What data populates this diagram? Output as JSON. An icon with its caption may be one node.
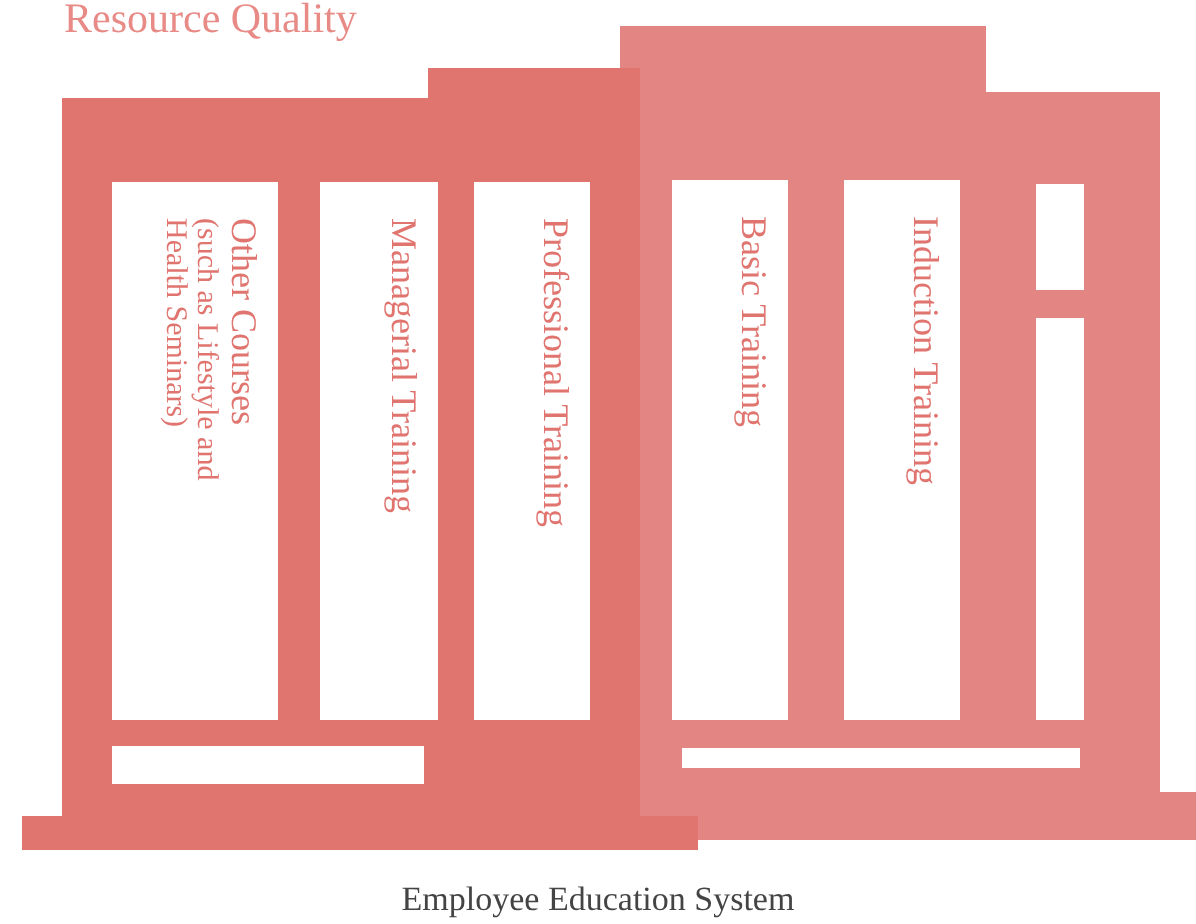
{
  "diagram": {
    "title": "Resource Quality",
    "caption": "Employee Education System",
    "nodes": [
      {
        "text": [],
        "shape": "box"
      },
      {
        "text": [
          "Other Courses",
          "(such as Lifestyle and Health Seminars)"
        ],
        "in": 0
      },
      {
        "text": [
          "Managerial Training"
        ],
        "in": 0
      },
      {
        "text": [
          "Professional Training"
        ],
        "in": 0
      },
      {
        "text": [],
        "shape": "box"
      },
      {
        "text": [
          "Basic Training"
        ],
        "in": 4
      },
      {
        "text": [
          "Induction Training"
        ],
        "in": 4
      },
      {
        "text": [],
        "shape": "box",
        "in": 4
      },
      {
        "text": [],
        "shape": "box",
        "in": 4
      },
      {
        "text": [],
        "shape": "bar",
        "in": 0
      },
      {
        "text": [],
        "shape": "bar",
        "in": 4
      }
    ]
  }
}
